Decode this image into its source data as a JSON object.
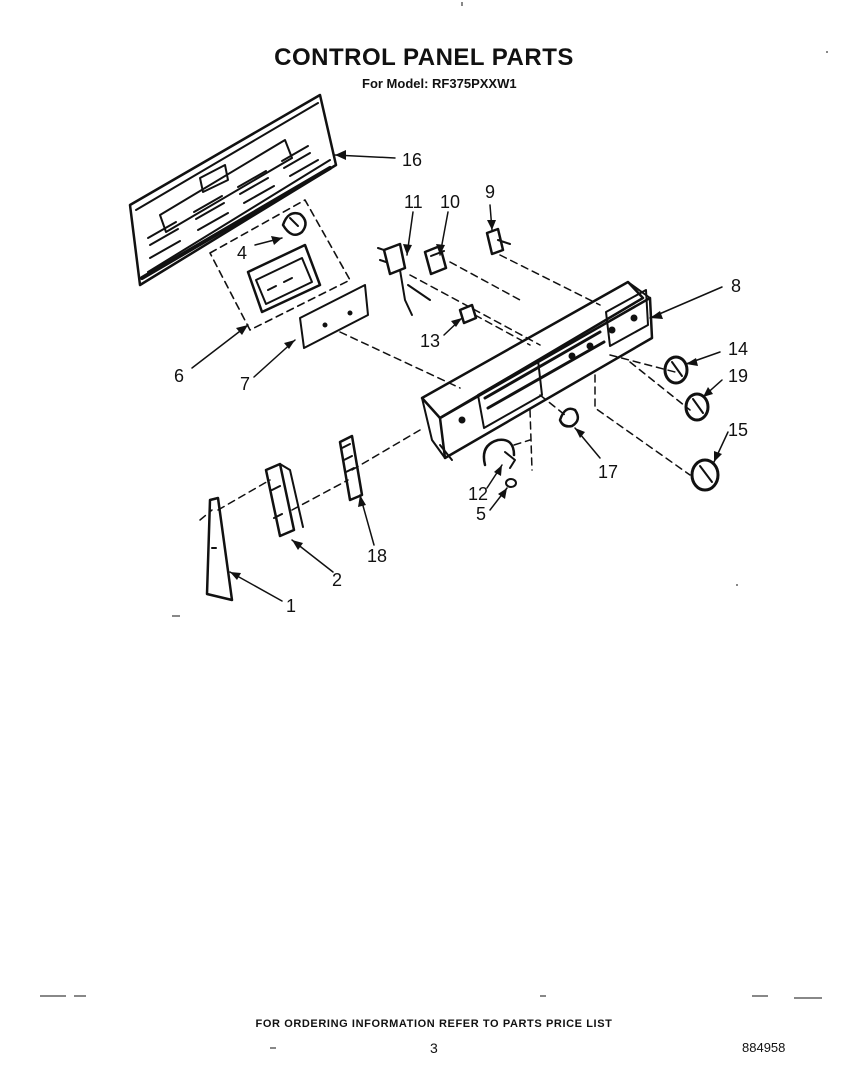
{
  "header": {
    "title": "CONTROL PANEL PARTS",
    "model_line": "For Model: RF375PXXW1"
  },
  "callouts": [
    "16",
    "11",
    "10",
    "9",
    "4",
    "8",
    "6",
    "13",
    "7",
    "14",
    "19",
    "15",
    "17",
    "12",
    "5",
    "18",
    "2",
    "1"
  ],
  "footer": {
    "ordering_note": "FOR ORDERING INFORMATION REFER TO PARTS PRICE LIST",
    "page_number": "3",
    "doc_number": "884958"
  }
}
